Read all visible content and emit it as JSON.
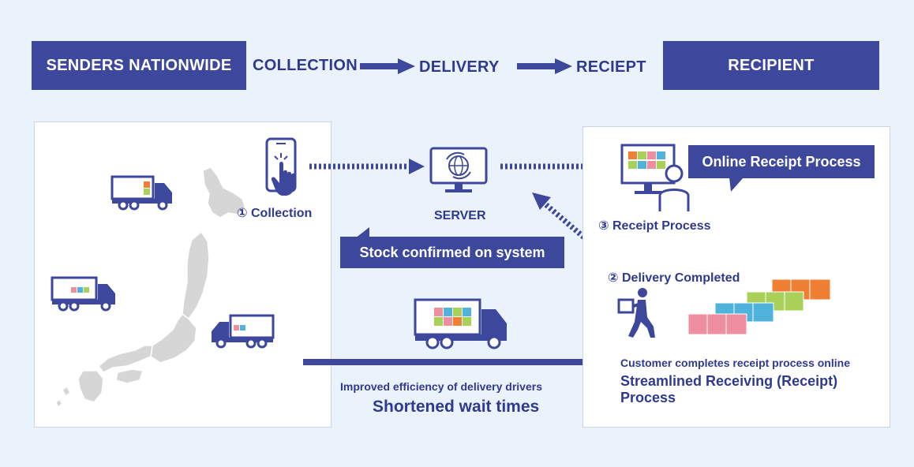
{
  "header": {
    "senders": "SENDERS NATIONWIDE",
    "collection": "COLLECTION",
    "delivery": "DELIVERY",
    "receipt": "RECIEPT",
    "recipient": "RECIPIENT"
  },
  "left": {
    "collection_label": "① Collection"
  },
  "center": {
    "server_label": "SERVER",
    "stock_callout": "Stock confirmed on system",
    "efficiency_label": "Improved efficiency of delivery drivers",
    "wait_label": "Shortened wait times"
  },
  "right": {
    "online_callout": "Online Receipt Process",
    "receipt_process": "③ Receipt Process",
    "delivery_completed": "② Delivery Completed",
    "customer_completes": "Customer completes receipt process online",
    "streamlined_line1": "Streamlined Receiving (Receipt)",
    "streamlined_line2": "Process"
  },
  "colors": {
    "navy": "#3D479B",
    "background": "#EAF2FC",
    "box_green": "#A9D15A",
    "box_orange": "#EE7F33",
    "box_blue": "#4FB3DC",
    "box_pink": "#EE8E9E",
    "map_gray": "#D6D6D6"
  }
}
